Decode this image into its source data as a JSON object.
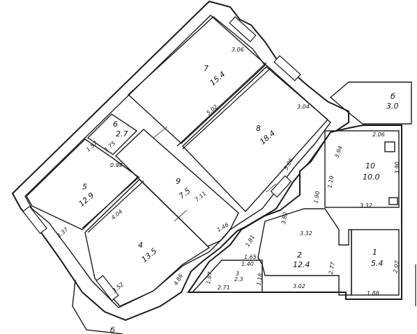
{
  "rooms": [
    {
      "id": "r7",
      "number": "7",
      "area": "15.4"
    },
    {
      "id": "r8",
      "number": "8",
      "area": "18.4"
    },
    {
      "id": "r6",
      "number": "6",
      "area": "2.7"
    },
    {
      "id": "r5",
      "number": "5",
      "area": "12.9"
    },
    {
      "id": "r9",
      "number": "9",
      "area": "7.5"
    },
    {
      "id": "r4",
      "number": "4",
      "area": "13.5"
    },
    {
      "id": "r2",
      "number": "2",
      "area": "12.4"
    },
    {
      "id": "r1",
      "number": "1",
      "area": "5.4"
    },
    {
      "id": "r10",
      "number": "10",
      "area": "10.0"
    },
    {
      "id": "r3",
      "number": "3",
      "area": "2.3"
    },
    {
      "id": "rb1",
      "number": "б",
      "area": "3.0"
    },
    {
      "id": "rb2",
      "number": "б",
      "area": ""
    }
  ],
  "dimensions": {
    "d306": "3.06",
    "d304": "3.04",
    "d502": "5.02",
    "d206": "2.06",
    "d394": "3.94",
    "d390": "3.90",
    "d157": "1.57",
    "d175": "1.75",
    "d099": "0.99",
    "d586": "5.86",
    "d110": "1.10",
    "d190": "1.90",
    "d332a": "3.32",
    "d711": "7.11",
    "d404": "4.04",
    "d337": "3.37",
    "d146": "1.46",
    "d382": "3.82",
    "d332b": "3.32",
    "d181": "1.81",
    "d277": "2.77",
    "d207": "2.07",
    "d486": "4.86",
    "d165": "1.65",
    "d140": "1.40",
    "d187": "1.87",
    "d118": "1.18",
    "d271": "2.71",
    "d302": "3.02",
    "d188": "1.88",
    "d352": "3.52"
  }
}
